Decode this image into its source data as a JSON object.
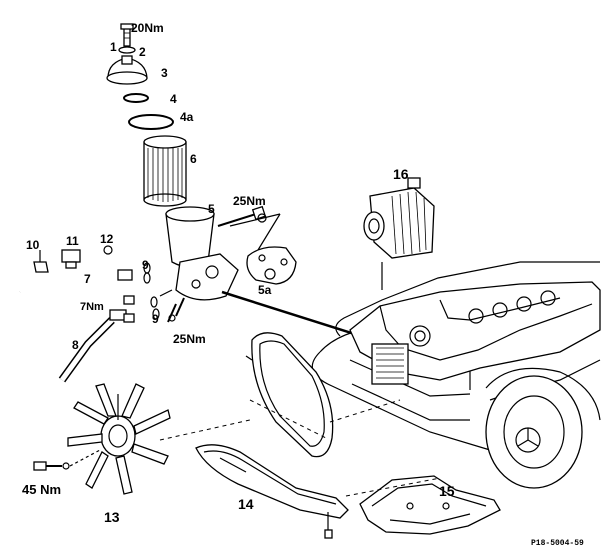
{
  "diagram": {
    "callouts": {
      "c1": "1",
      "c2": "2",
      "c3": "3",
      "c4": "4",
      "c4a": "4a",
      "c5": "5",
      "c5a": "5a",
      "c6": "6",
      "c7": "7",
      "c8": "8",
      "c9a": "9",
      "c9b": "9",
      "c10": "10",
      "c11": "11",
      "c12": "12",
      "c13": "13",
      "c14": "14",
      "c15": "15",
      "c16": "16"
    },
    "torques": {
      "t20": "20Nm",
      "t25a": "25Nm",
      "t25b": "25Nm",
      "t7": "7Nm",
      "t45": "45 Nm"
    },
    "figure_code": "P18-5004-59"
  }
}
